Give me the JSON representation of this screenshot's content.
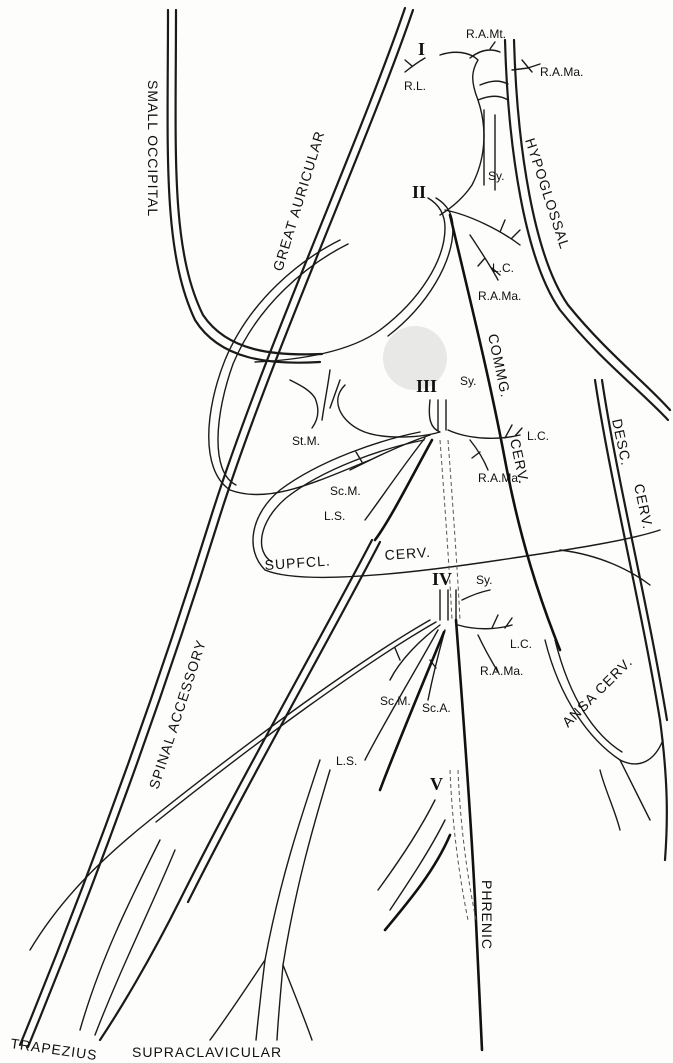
{
  "roots": [
    "I",
    "II",
    "III",
    "IV",
    "V"
  ],
  "labels": {
    "ramt": "R.A.Mt.",
    "ram_1": "R.A.Ma.",
    "rl": "R.L.",
    "sy_1": "Sy.",
    "ram_2": "R.A.Ma.",
    "lc_2": "L.C.",
    "sy_3": "Sy.",
    "stm": "St.M.",
    "lc_3": "L.C.",
    "ram_3": "R.A.Ma.",
    "scm_3": "Sc.M.",
    "ls_3": "L.S.",
    "sy_4": "Sy.",
    "lc_4": "L.C.",
    "ram_4": "R.A.Ma.",
    "scm_4": "Sc.M.",
    "sca_4": "Sc.A.",
    "ls_4": "L.S."
  },
  "nerves": {
    "small_occipital": "SMALL OCCIPITAL",
    "great_auricular": "GREAT AURICULAR",
    "hypoglossal": "HYPOGLOSSAL",
    "commg": "COMMG.",
    "cerv_comm": "CERV.",
    "desc": "DESC.",
    "cerv_desc": "CERV.",
    "supfcl": "SUPFCL.",
    "cerv_sup": "CERV.",
    "spinal_accessory": "SPINAL ACCESSORY",
    "ansa_cerv": "ANSA CERV.",
    "phrenic": "PHRENIC",
    "trapezius": "TRAPEZIUS",
    "supraclavicular": "SUPRACLAVICULAR"
  },
  "colors": {
    "ink": "#1a1a1a",
    "paper": "#fdfdfb"
  }
}
